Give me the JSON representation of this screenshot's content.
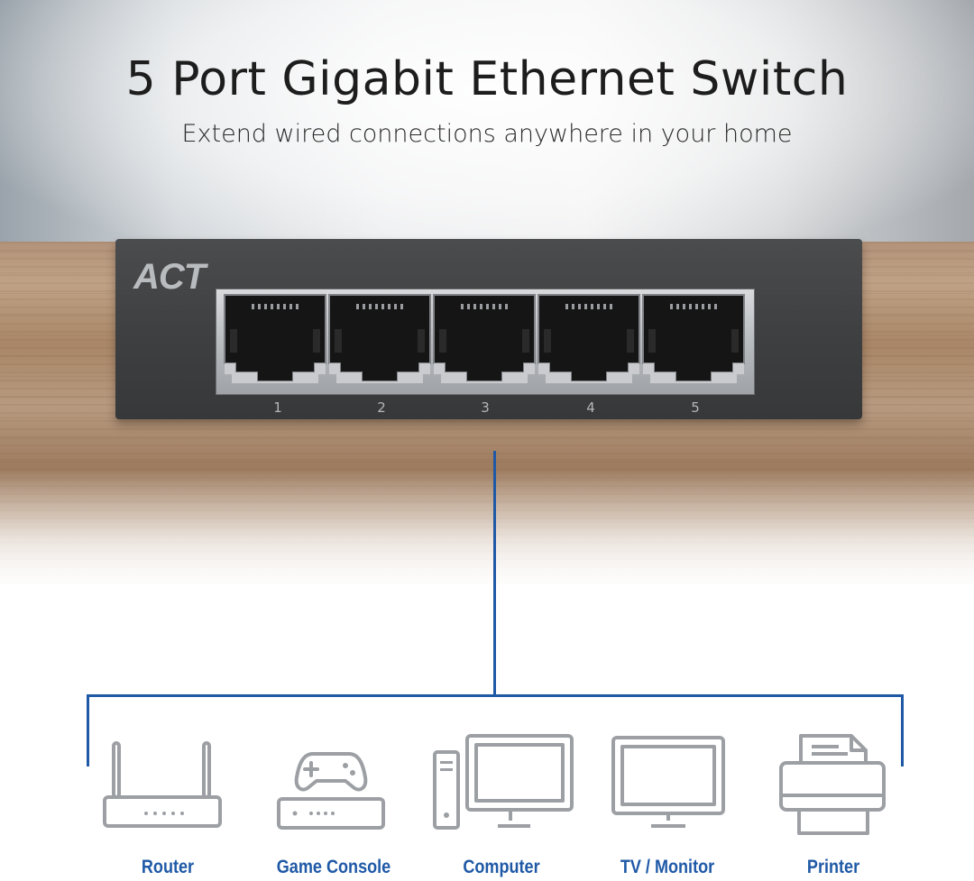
{
  "title": "5 Port Gigabit Ethernet Switch",
  "subtitle": "Extend wired connections anywhere in your home",
  "switch": {
    "brand": "ACT",
    "ports": [
      "1",
      "2",
      "3",
      "4",
      "5"
    ]
  },
  "devices": [
    {
      "label": "Router",
      "icon": "router-icon"
    },
    {
      "label": "Game Console",
      "icon": "game-console-icon"
    },
    {
      "label": "Computer",
      "icon": "computer-icon"
    },
    {
      "label": "TV / Monitor",
      "icon": "tv-monitor-icon"
    },
    {
      "label": "Printer",
      "icon": "printer-icon"
    }
  ],
  "colors": {
    "connector_line": "#1f59a6",
    "device_label": "#1f59a6",
    "icon_stroke": "#9c9fa3"
  }
}
